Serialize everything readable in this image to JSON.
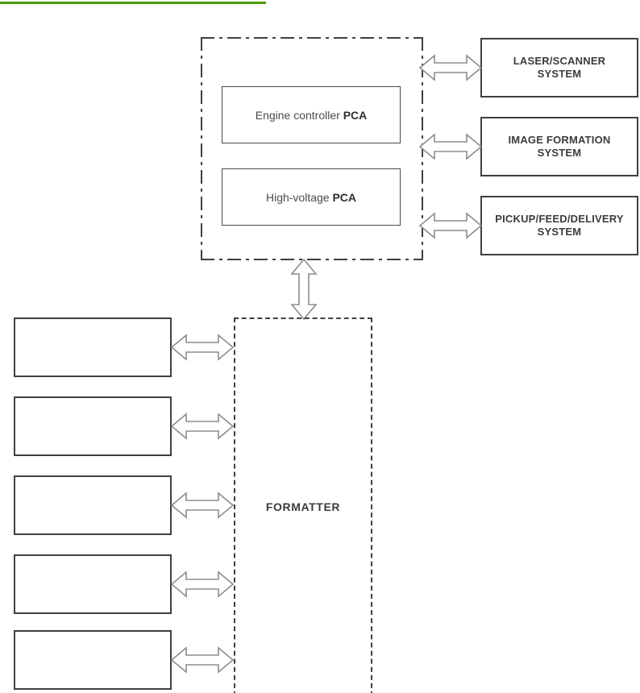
{
  "page": {
    "title": "Printer system block diagram",
    "accent_color": "#4a9c05",
    "line_color": "#3f3f3f",
    "text_color": "#3b3b3b",
    "background": "#ffffff"
  },
  "header_rule": {
    "name": "green-rule",
    "color": "#4a9c05"
  },
  "engine_control_system": {
    "border_style": "dash-dot",
    "modules": [
      {
        "label_plain": "Engine controller ",
        "label_bold": "PCA"
      },
      {
        "label_plain": "High-voltage ",
        "label_bold": "PCA"
      }
    ]
  },
  "right_systems": [
    {
      "label": "LASER/SCANNER\nSYSTEM"
    },
    {
      "label": "IMAGE FORMATION\nSYSTEM"
    },
    {
      "label": "PICKUP/FEED/DELIVERY\nSYSTEM"
    }
  ],
  "formatter": {
    "label": "FORMATTER",
    "border_style": "dashed"
  },
  "left_systems": [
    {
      "label": ""
    },
    {
      "label": ""
    },
    {
      "label": ""
    },
    {
      "label": ""
    },
    {
      "label": ""
    }
  ],
  "connectors": {
    "engine_to_right": [
      {
        "name": "arrow-engine-to-laser-scanner",
        "orientation": "horizontal",
        "heads": 2
      },
      {
        "name": "arrow-engine-to-image-formation",
        "orientation": "horizontal",
        "heads": 2
      },
      {
        "name": "arrow-engine-to-pickup-feed-delivery",
        "orientation": "horizontal",
        "heads": 2
      }
    ],
    "engine_to_formatter": {
      "name": "arrow-engine-to-formatter",
      "orientation": "vertical",
      "heads": 2
    },
    "left_to_formatter": [
      {
        "name": "arrow-left-system-1-to-formatter",
        "orientation": "horizontal",
        "heads": 2
      },
      {
        "name": "arrow-left-system-2-to-formatter",
        "orientation": "horizontal",
        "heads": 2
      },
      {
        "name": "arrow-left-system-3-to-formatter",
        "orientation": "horizontal",
        "heads": 2
      },
      {
        "name": "arrow-left-system-4-to-formatter",
        "orientation": "horizontal",
        "heads": 2
      },
      {
        "name": "arrow-left-system-5-to-formatter",
        "orientation": "horizontal",
        "heads": 2
      }
    ]
  }
}
